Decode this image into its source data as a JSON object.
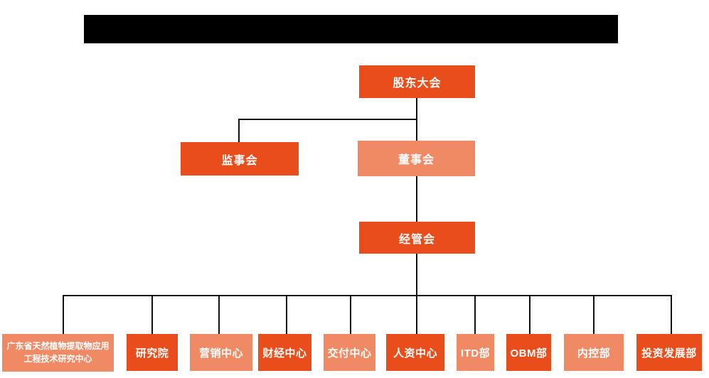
{
  "colors": {
    "primary": "#E94D1B",
    "secondary": "#F08A65",
    "line": "#111111",
    "text_on_box": "#FFFFFF",
    "redaction": "#000000"
  },
  "title_bar": {
    "redacted": true,
    "label": ""
  },
  "org": {
    "level1": {
      "label": "股东大会"
    },
    "level2": [
      {
        "label": "监事会"
      },
      {
        "label": "董事会"
      }
    ],
    "level3": {
      "label": "经管会"
    },
    "departments": [
      {
        "label": "广东省天然植物提取物应用工程技术研究中心",
        "tone": "secondary"
      },
      {
        "label": "研究院",
        "tone": "primary"
      },
      {
        "label": "营销中心",
        "tone": "secondary"
      },
      {
        "label": "财经中心",
        "tone": "primary"
      },
      {
        "label": "交付中心",
        "tone": "secondary"
      },
      {
        "label": "人资中心",
        "tone": "primary"
      },
      {
        "label": "ITD部",
        "tone": "secondary"
      },
      {
        "label": "OBM部",
        "tone": "primary"
      },
      {
        "label": "内控部",
        "tone": "secondary"
      },
      {
        "label": "投资发展部",
        "tone": "primary"
      }
    ]
  }
}
